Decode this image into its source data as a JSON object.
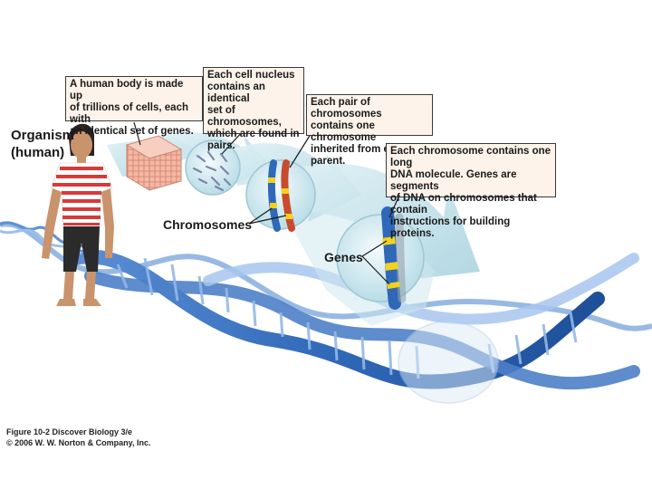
{
  "figure": {
    "organism_label": "Organism\n(human)",
    "chromosomes_label": "Chromosomes",
    "genes_label": "Genes",
    "callouts": [
      {
        "text": "A human body is made up\nof trillions of cells, each with\nan identical set of genes."
      },
      {
        "text": "Each cell nucleus\ncontains  an identical\nset of chromosomes,\nwhich are found in\npairs."
      },
      {
        "text": "Each pair of chromosomes\ncontains one chromosome\ninherited from each parent."
      },
      {
        "text": "Each chromosome contains one long\nDNA molecule. Genes are segments\nof DNA on chromosomes that contain\ninstructions for building proteins."
      }
    ],
    "caption": "Figure 10-2  Discover Biology 3/e\n© 2006 W. W. Norton & Company, Inc."
  },
  "colors": {
    "arrow_fill": "#c6e4ec",
    "dna_blue": "#2f68b8",
    "dna_light": "#8fb6e6",
    "gene_yellow": "#f2d21c",
    "shirt_red": "#d63a3a",
    "callout_bg": "#fdf3ea"
  }
}
